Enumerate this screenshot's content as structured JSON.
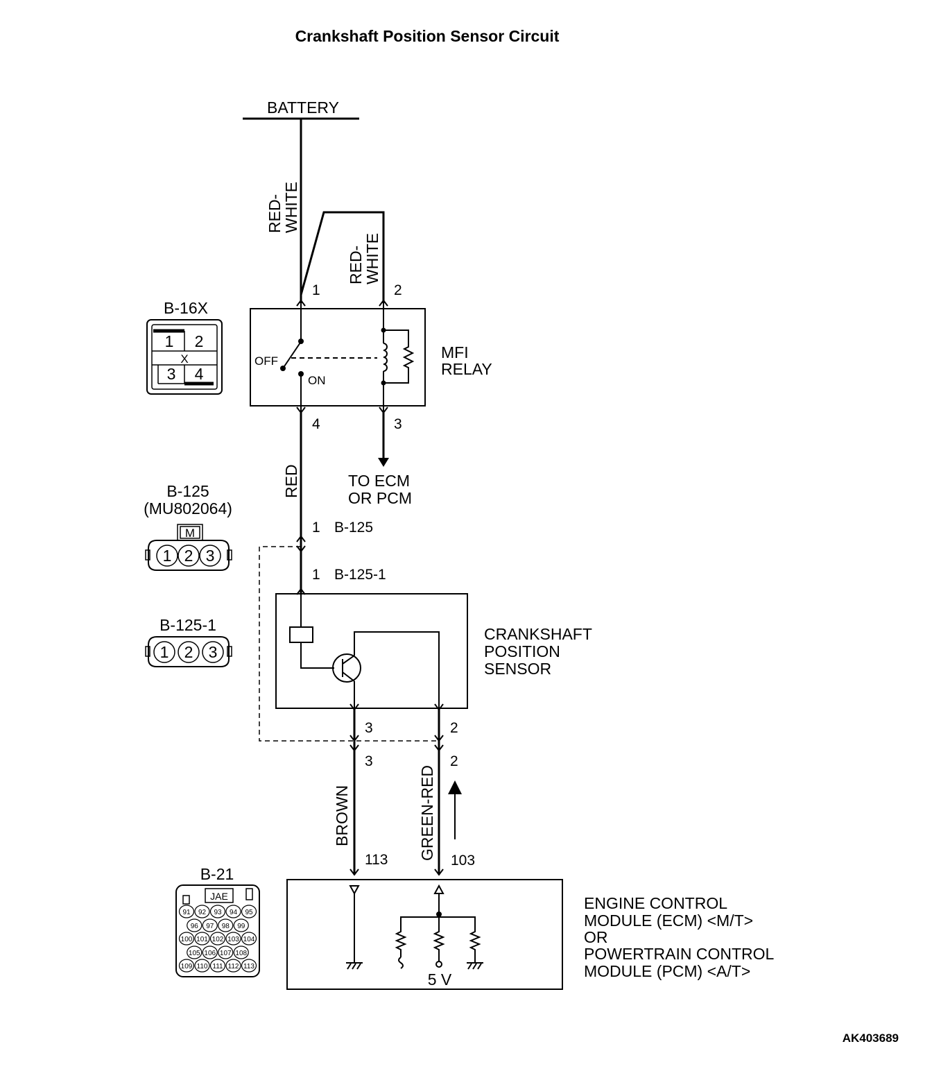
{
  "title": "Crankshaft Position Sensor Circuit",
  "figure_code": "AK403689",
  "battery": "BATTERY",
  "wires": {
    "red_white_1": [
      "RED-",
      "WHITE"
    ],
    "red_white_2": [
      "RED-",
      "WHITE"
    ],
    "red": "RED",
    "brown": "BROWN",
    "green_red": "GREEN-RED"
  },
  "relay": {
    "name": [
      "MFI",
      "RELAY"
    ],
    "off": "OFF",
    "on": "ON",
    "pins": {
      "p1": "1",
      "p2": "2",
      "p3": "3",
      "p4": "4"
    },
    "to_ecm": [
      "TO ECM",
      "OR PCM"
    ]
  },
  "connector_labels": {
    "b125_pin1": "1",
    "b125": "B-125",
    "b1251_pin1": "1",
    "b1251": "B-125-1",
    "sensor_pin3_top": "3",
    "sensor_pin2_top": "2",
    "sensor_pin3_bot": "3",
    "sensor_pin2_bot": "2",
    "ecm_pin113": "113",
    "ecm_pin103": "103"
  },
  "sensor": {
    "name": [
      "CRANKSHAFT",
      "POSITION",
      "SENSOR"
    ]
  },
  "ecm": {
    "name": [
      "ENGINE CONTROL",
      "MODULE (ECM) <M/T>",
      "OR",
      "POWERTRAIN CONTROL",
      "MODULE (PCM) <A/T>"
    ],
    "voltage": "5 V"
  },
  "connectors": {
    "b16x": {
      "label": "B-16X",
      "cells": [
        "1",
        "2",
        "X",
        "3",
        "4"
      ]
    },
    "b125": {
      "label": "B-125",
      "part": "(MU802064)",
      "key": "M",
      "pins": [
        "1",
        "2",
        "3"
      ]
    },
    "b1251": {
      "label": "B-125-1",
      "pins": [
        "1",
        "2",
        "3"
      ]
    },
    "b21": {
      "label": "B-21",
      "brand": "JAE",
      "rows": [
        [
          "91",
          "92",
          "93",
          "94",
          "95"
        ],
        [
          "96",
          "97",
          "98",
          "99"
        ],
        [
          "100",
          "101",
          "102",
          "103",
          "104"
        ],
        [
          "105",
          "106",
          "107",
          "108"
        ],
        [
          "109",
          "110",
          "111",
          "112",
          "113"
        ]
      ]
    }
  }
}
